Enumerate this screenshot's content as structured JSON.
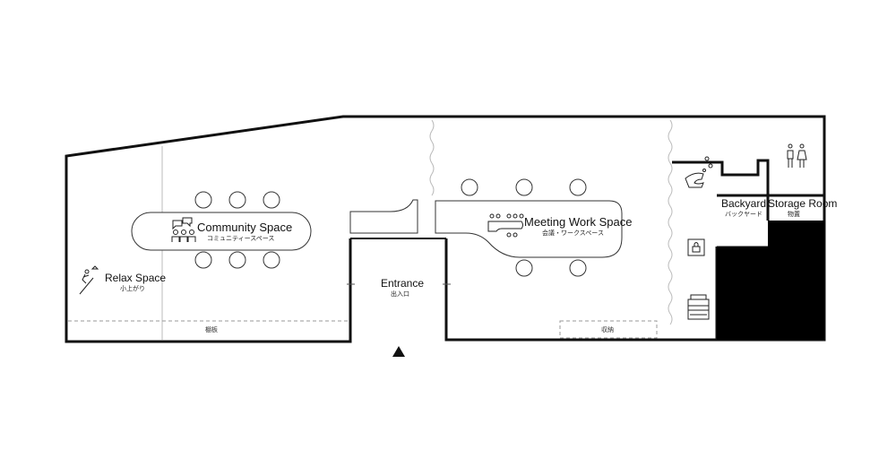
{
  "floor_plan": {
    "rooms": {
      "relax": {
        "name": "Relax Space",
        "name_jp": "小上がり",
        "icon": "person-climbing-stairs-icon"
      },
      "community": {
        "name": "Community Space",
        "name_jp": "コミュニティースペース",
        "icon": "group-chat-icon"
      },
      "meeting": {
        "name": "Meeting Work Space",
        "name_jp": "会議・ワークスペース",
        "icon": "meeting-table-icon"
      },
      "entrance": {
        "name": "Entrance",
        "name_jp": "出入口"
      },
      "backyard": {
        "name": "Backyard",
        "name_jp": "バックヤード",
        "icon": "hand-wash-icon"
      },
      "storage": {
        "name": "Storage Room",
        "name_jp": "物置"
      }
    },
    "fixtures": {
      "shelf_board_left": "棚板",
      "storage_right": "収納"
    },
    "icons": {
      "restroom": "restroom-icon",
      "locker": "locker-icon",
      "printer": "copier-icon",
      "entrance_arrow": "entrance-arrow-icon"
    },
    "colors": {
      "wall": "#111111",
      "furniture": "#333333",
      "storage_fill": "#000000",
      "background": "#ffffff"
    }
  }
}
